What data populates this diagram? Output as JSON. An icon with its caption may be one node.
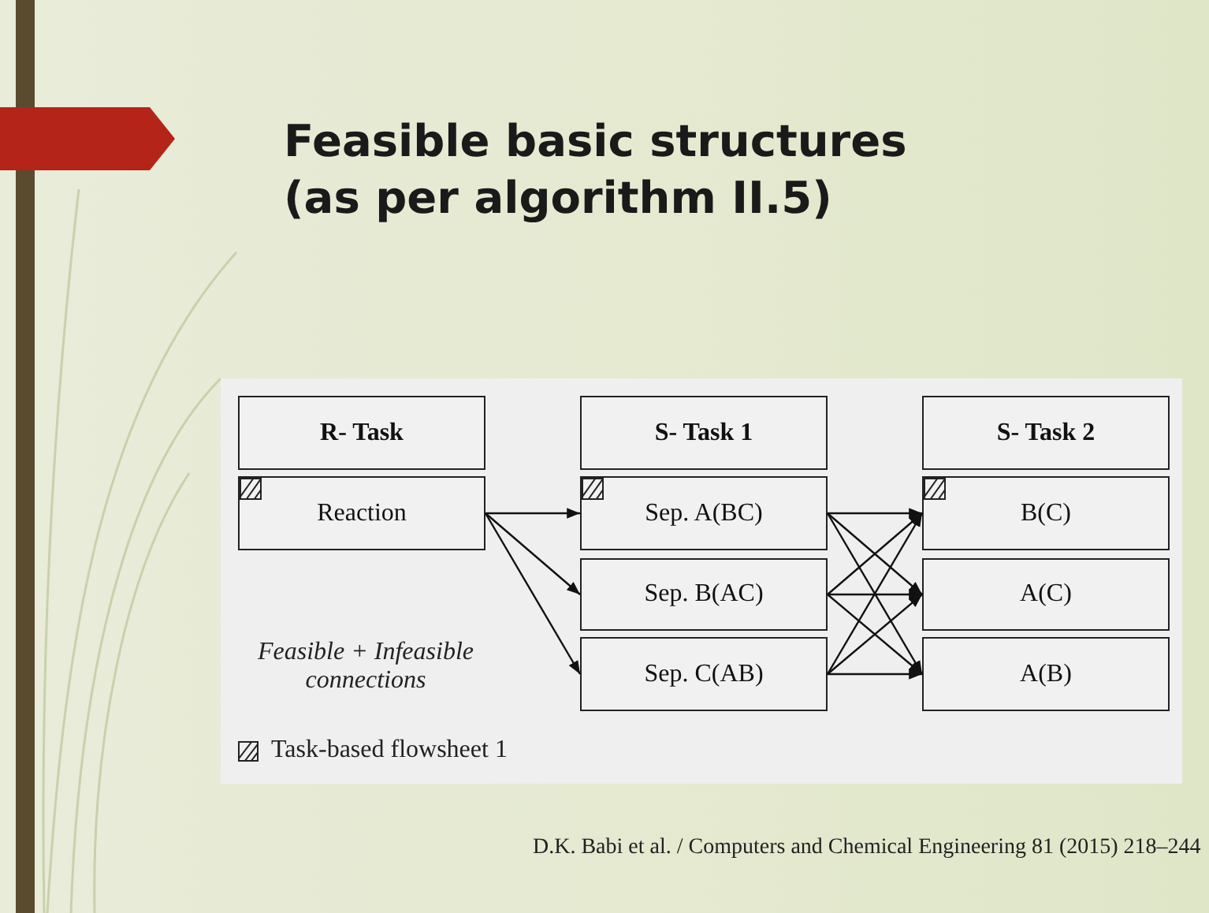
{
  "diagram": {
    "title": "Feasible basic structures (as per algorithm II.5)",
    "nodes": [
      {
        "text": [
          "R- Task"
        ]
      },
      {
        "text": [
          "Reaction"
        ]
      },
      {
        "text": [
          "S- Task 1"
        ]
      },
      {
        "text": [
          "Sep. A(BC)"
        ]
      },
      {
        "text": [
          "Sep. B(AC)"
        ]
      },
      {
        "text": [
          "Sep. C(AB)"
        ]
      },
      {
        "text": [
          "S- Task 2"
        ]
      },
      {
        "text": [
          "B(C)"
        ]
      },
      {
        "text": [
          "A(C)"
        ]
      },
      {
        "text": [
          "A(B)"
        ]
      }
    ],
    "edges": [
      {
        "from": 1,
        "to": 3,
        "arrow": "to"
      },
      {
        "from": 1,
        "to": 4,
        "arrow": "to"
      },
      {
        "from": 1,
        "to": 5,
        "arrow": "to"
      },
      {
        "from": 3,
        "to": 7,
        "arrow": "to"
      },
      {
        "from": 3,
        "to": 8,
        "arrow": "to"
      },
      {
        "from": 3,
        "to": 9,
        "arrow": "to"
      },
      {
        "from": 4,
        "to": 7,
        "arrow": "to"
      },
      {
        "from": 4,
        "to": 8,
        "arrow": "to"
      },
      {
        "from": 4,
        "to": 9,
        "arrow": "to"
      },
      {
        "from": 5,
        "to": 7,
        "arrow": "to"
      },
      {
        "from": 5,
        "to": 8,
        "arrow": "to"
      },
      {
        "from": 5,
        "to": 9,
        "arrow": "to"
      }
    ],
    "labels": [
      "Feasible + Infeasible connections",
      "D.K. Babi et al. / Computers and Chemical Engineering 81 (2015) 218–244"
    ],
    "legend": [
      {
        "text": "Task-based flowsheet 1"
      }
    ]
  }
}
